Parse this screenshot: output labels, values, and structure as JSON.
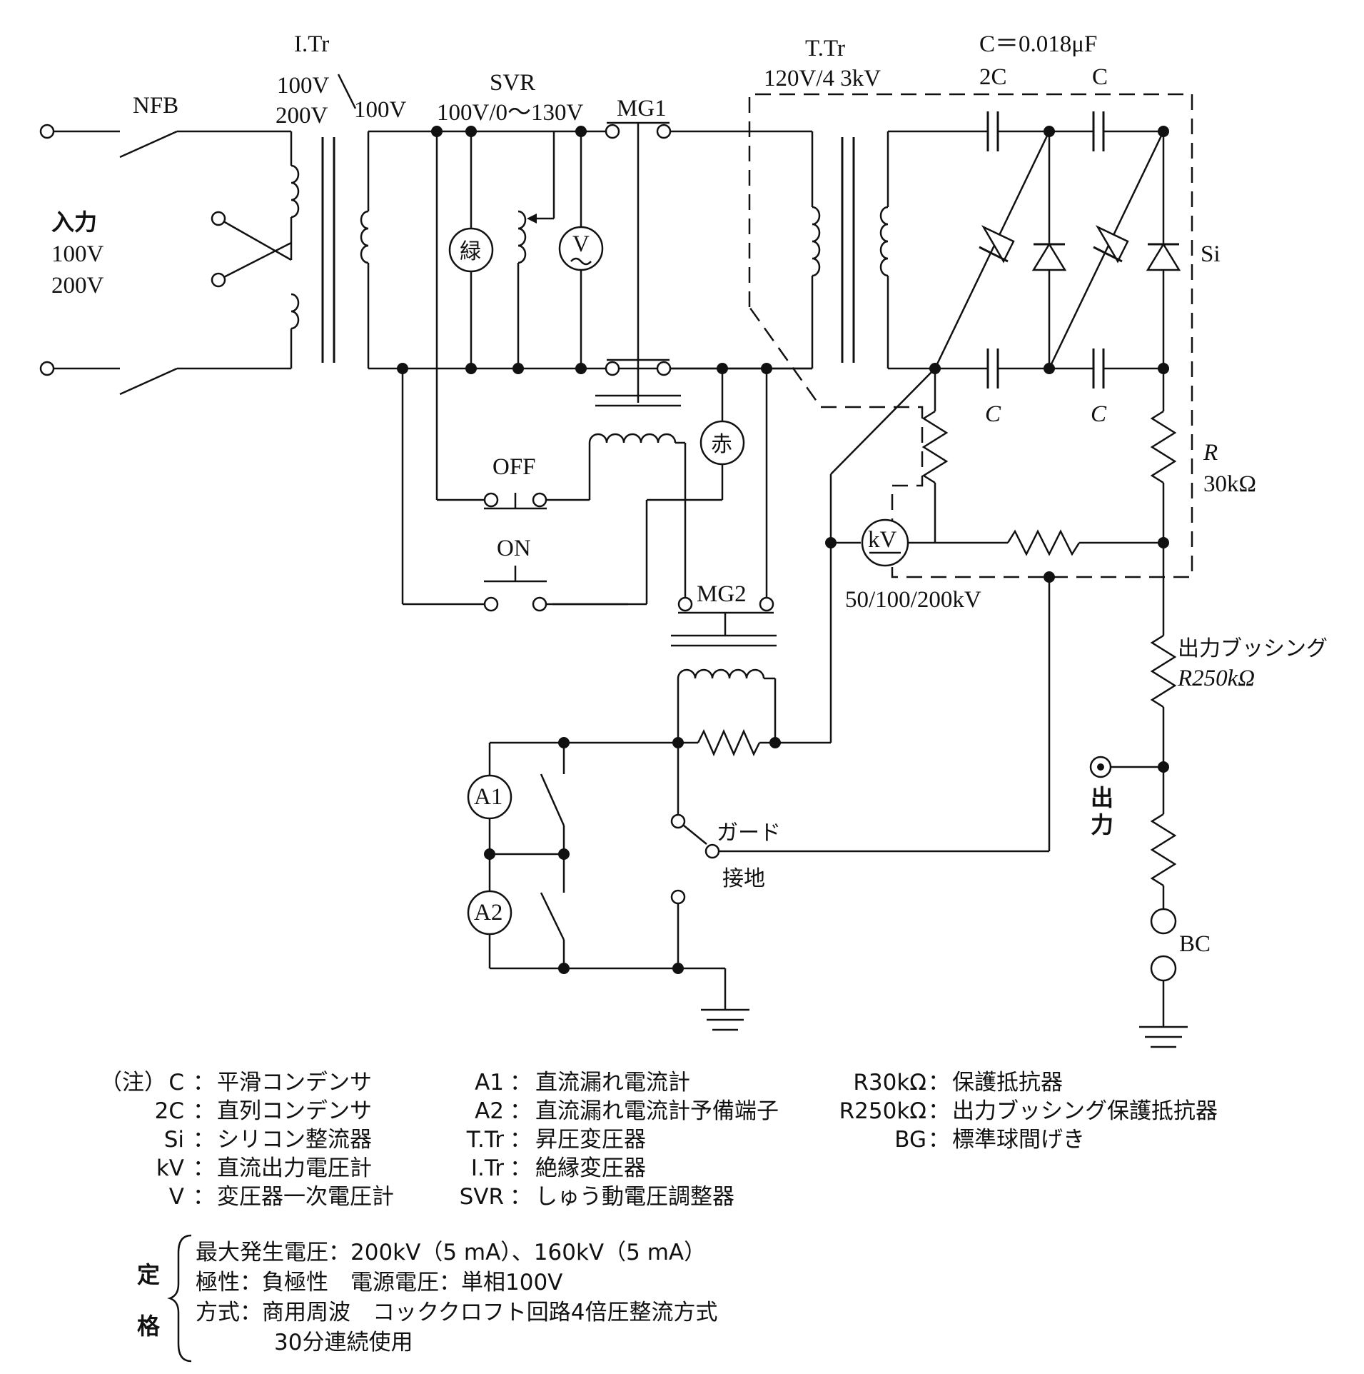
{
  "labels": {
    "nfb": "NFB",
    "input_title": "入力",
    "input_v1": "100V",
    "input_v2": "200V",
    "itr": "I.Tr",
    "itr_primary_1": "100V",
    "itr_primary_2": "200V",
    "itr_secondary": "100V",
    "svr": "SVR",
    "svr_range": "100V/0～130V",
    "mg1": "MG1",
    "ttr": "T.Tr",
    "ttr_ratio": "120V/4 3kV",
    "cap_value": "C＝0.018μF",
    "cap_2c": "2C",
    "cap_c_top": "C",
    "cap_c_bot1": "C",
    "cap_c_bot2": "C",
    "si": "Si",
    "r_label": "R",
    "r_value": "30kΩ",
    "green_lamp": "緑",
    "volt_meter": "V",
    "red_lamp": "赤",
    "off_switch": "OFF",
    "on_switch": "ON",
    "mg2": "MG2",
    "kv_meter": "kV",
    "kv_range": "50/100/200kV",
    "bushing": "出力ブッシング",
    "bushing_r": "R250kΩ",
    "output": "出力",
    "a1": "A1",
    "a2": "A2",
    "guard": "ガード",
    "ground": "接地",
    "bc": "BC"
  },
  "legend": {
    "note": "（注）",
    "col1": [
      {
        "key": "C",
        "desc": "平滑コンデンサ"
      },
      {
        "key": "2C",
        "desc": "直列コンデンサ"
      },
      {
        "key": "Si",
        "desc": "シリコン整流器"
      },
      {
        "key": "kV",
        "desc": "直流出力電圧計"
      },
      {
        "key": "V",
        "desc": "変圧器一次電圧計"
      }
    ],
    "col2": [
      {
        "key": "A1",
        "desc": "直流漏れ電流計"
      },
      {
        "key": "A2",
        "desc": "直流漏れ電流計予備端子"
      },
      {
        "key": "T.Tr",
        "desc": "昇圧変圧器"
      },
      {
        "key": "I.Tr",
        "desc": "絶縁変圧器"
      },
      {
        "key": "SVR",
        "desc": "しゅう動電圧調整器"
      }
    ],
    "col3": [
      {
        "key": "R30kΩ",
        "desc": "保護抵抗器"
      },
      {
        "key": "R250kΩ",
        "desc": "出力ブッシング保護抵抗器"
      },
      {
        "key": "BG",
        "desc": "標準球間げき"
      }
    ]
  },
  "rating": {
    "title1": "定",
    "title2": "格",
    "lines": [
      "最大発生電圧：200kV（5 mA）、160kV（5 mA）",
      "極性：負極性　電源電圧：単相100V",
      "方式：商用周波　コッククロフト回路4倍圧整流方式",
      "30分連続使用"
    ]
  }
}
